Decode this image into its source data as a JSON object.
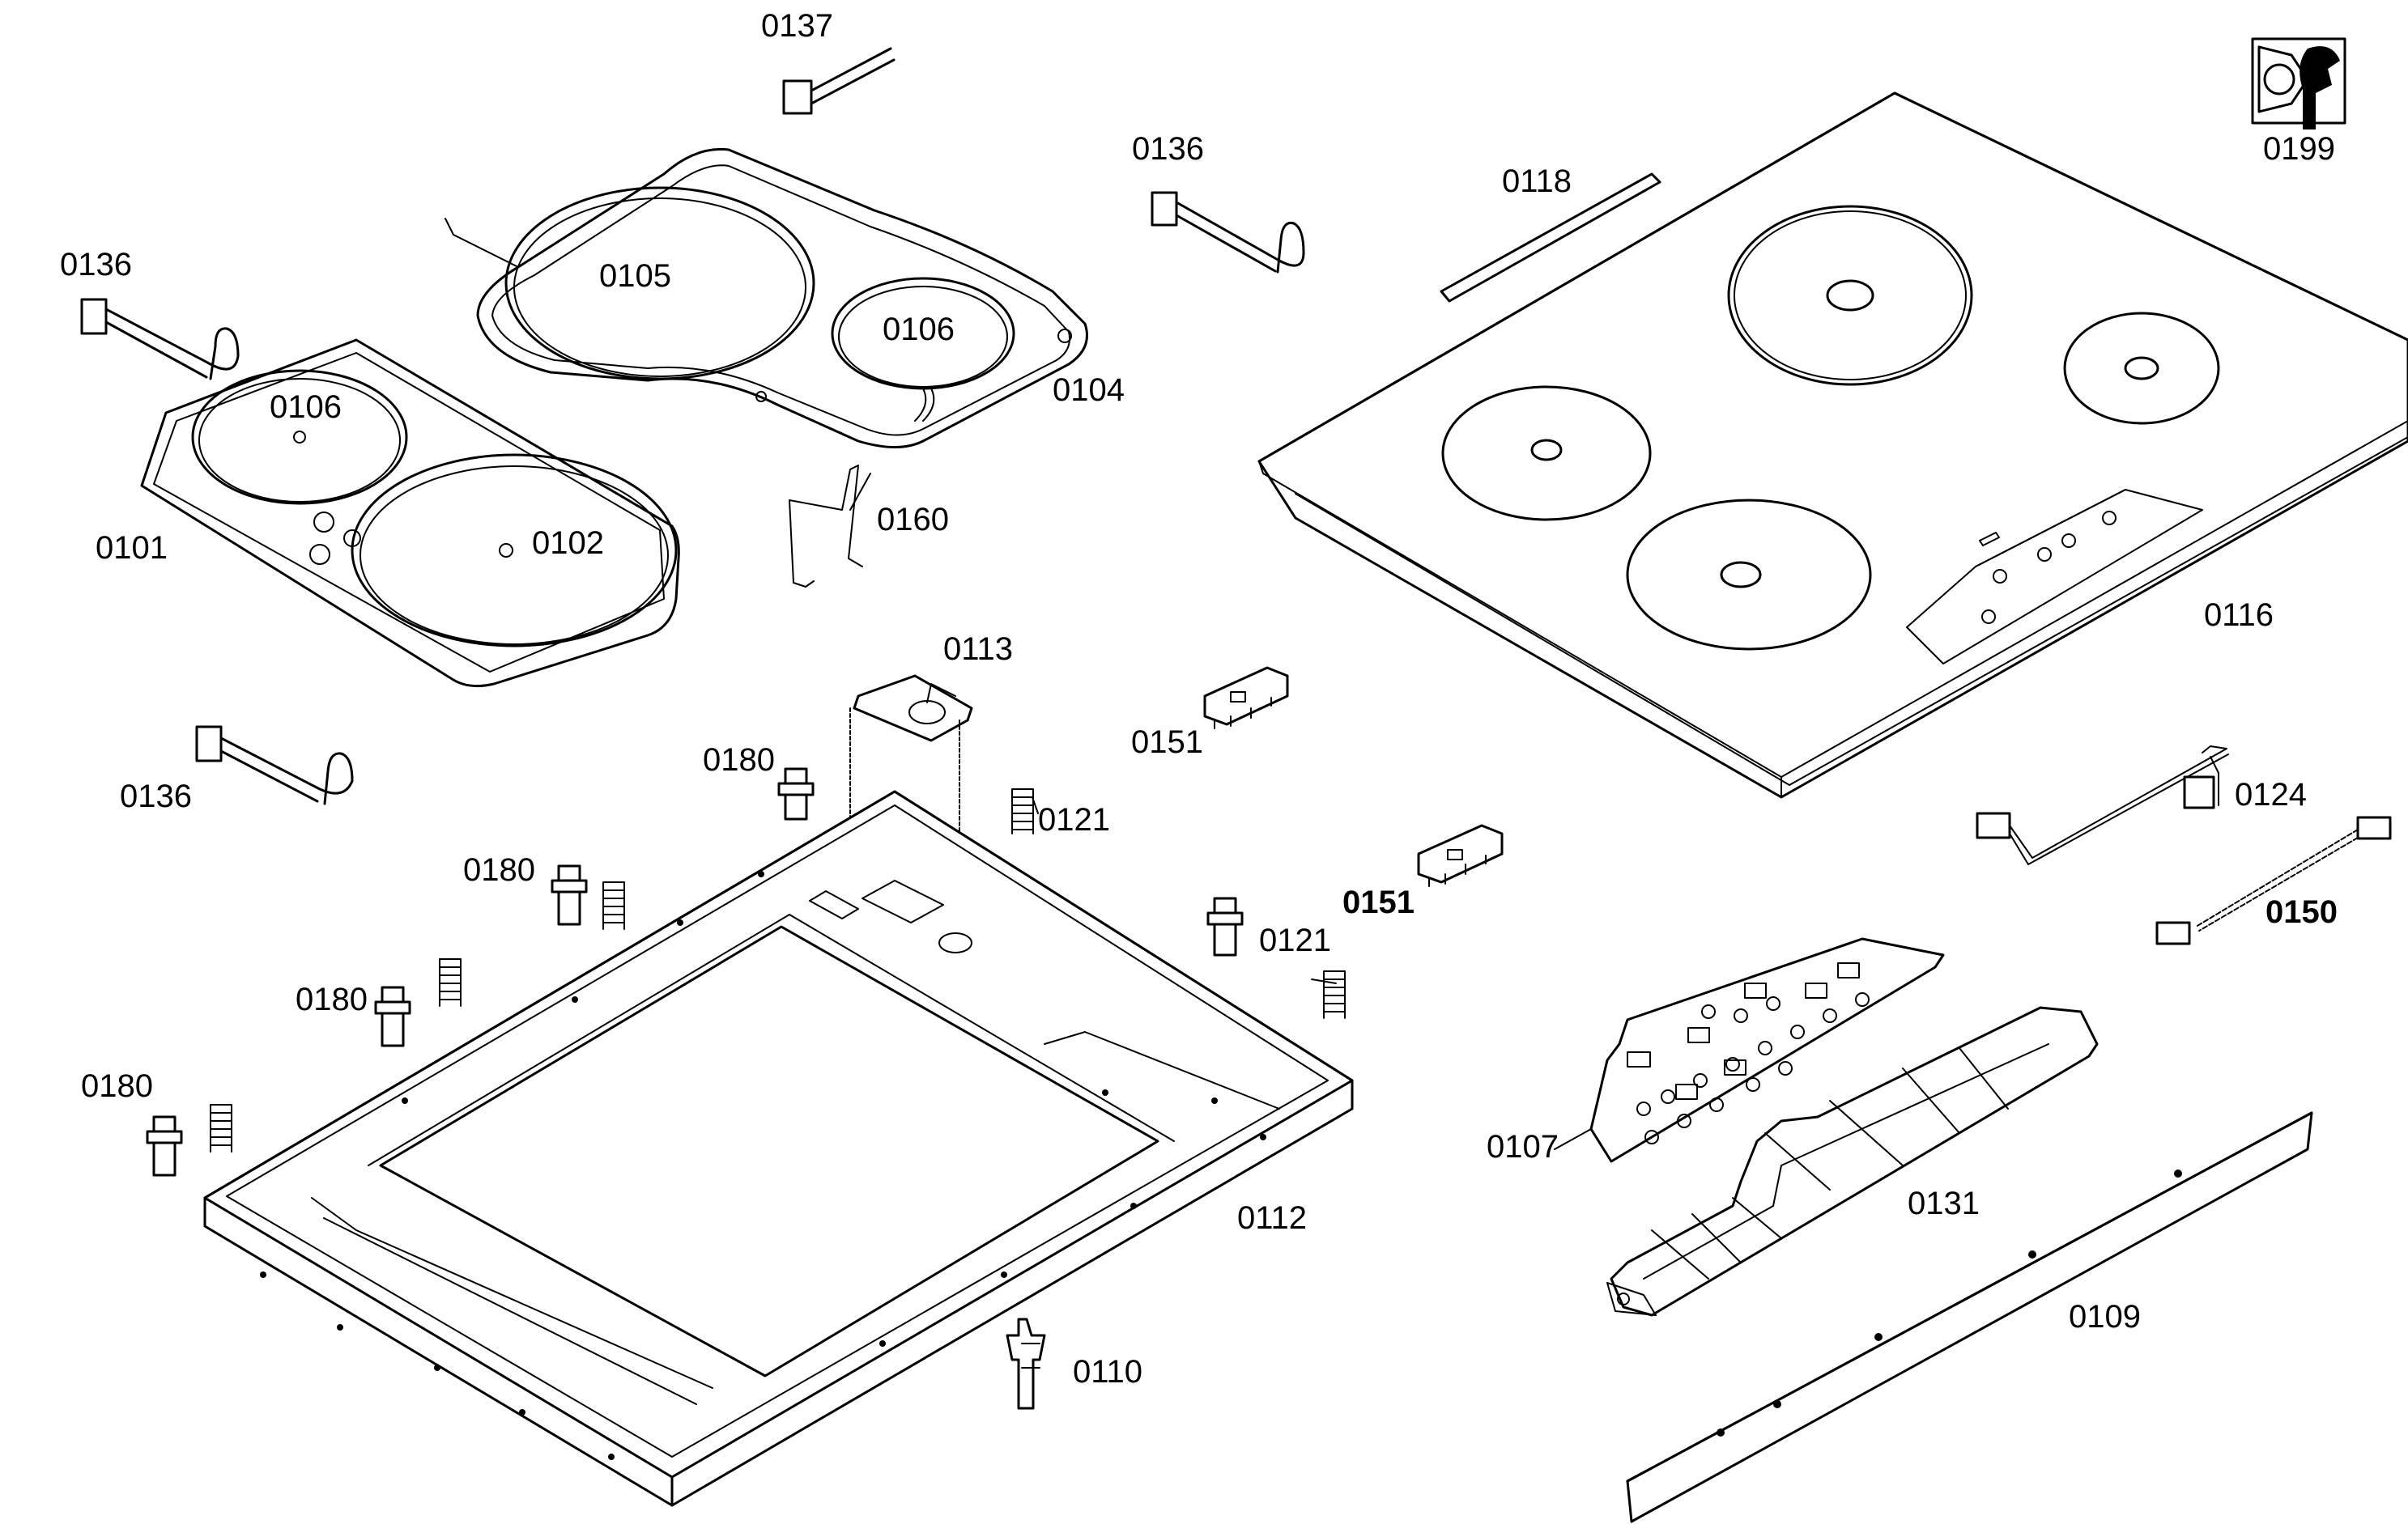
{
  "diagram": {
    "labels": {
      "p0137": "0137",
      "p0136_top": "0136",
      "p0136_left": "0136",
      "p0136_bottom": "0136",
      "p0118": "0118",
      "p0199": "0199",
      "p0105": "0105",
      "p0106_top": "0106",
      "p0106_left": "0106",
      "p0104": "0104",
      "p0101": "0101",
      "p0102": "0102",
      "p0160": "0160",
      "p0113": "0113",
      "p0116": "0116",
      "p0151_a": "0151",
      "p0151_b": "0151",
      "p0180_a": "0180",
      "p0180_b": "0180",
      "p0180_c": "0180",
      "p0180_d": "0180",
      "p0121_a": "0121",
      "p0121_b": "0121",
      "p0124": "0124",
      "p0150": "0150",
      "p0107": "0107",
      "p0131": "0131",
      "p0112": "0112",
      "p0109": "0109",
      "p0110": "0110"
    },
    "icons": {
      "service_tool": "wrench-service-icon"
    }
  }
}
